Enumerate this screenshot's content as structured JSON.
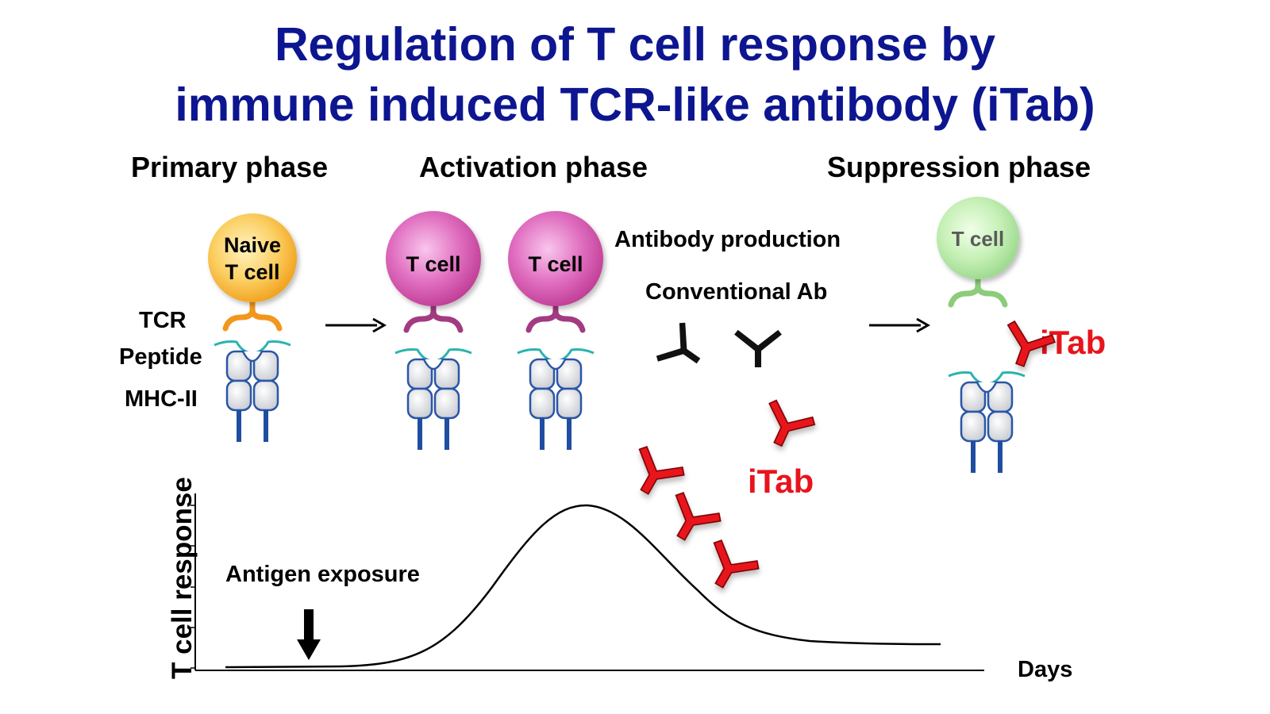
{
  "title": {
    "line1": "Regulation of T cell response by",
    "line2": "immune induced TCR-like antibody (iTab)"
  },
  "phases": {
    "primary": "Primary phase",
    "activation": "Activation phase",
    "suppression": "Suppression phase"
  },
  "labels": {
    "tcr": "TCR",
    "peptide": "Peptide",
    "mhc": "MHC-II",
    "antibody_production": "Antibody production",
    "conventional_ab": "Conventional Ab",
    "itab_middle": "iTab",
    "itab_right": "iTab"
  },
  "cells": {
    "naive_line1": "Naive",
    "naive_line2": "T cell",
    "activated_1": "T cell",
    "activated_2": "T cell",
    "suppressed": "T cell"
  },
  "colors": {
    "title": "#0d1690",
    "naive_cell": "#f7b12a",
    "activated_cell": "#d24fa6",
    "suppressed_cell": "#a7e59a",
    "itab": "#e8141c",
    "mhc_stalk": "#1f4ea0",
    "peptide": "#2bb3b0"
  },
  "graph": {
    "ylabel": "T cell response",
    "xlabel": "Days",
    "annotation": "Antigen exposure"
  }
}
